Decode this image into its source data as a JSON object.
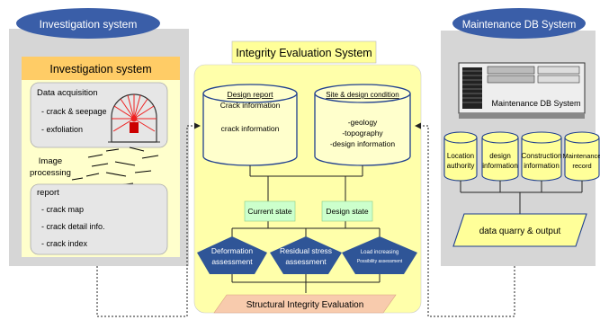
{
  "left_panel": {
    "oval_title": "Investigation system",
    "header": "Investigation system",
    "data_acquisition": {
      "title": "Data acquisition",
      "items": [
        "- crack & seepage",
        "- exfoliation"
      ]
    },
    "image_processing": [
      "Image",
      "processing"
    ],
    "report": {
      "title": "report",
      "items": [
        "- crack map",
        "- crack detail info.",
        "- crack index"
      ]
    }
  },
  "center_panel": {
    "title": "Integrity Evaluation System",
    "db_left": {
      "title": "Design report",
      "subtitle": "Crack information",
      "body": "crack information"
    },
    "db_right": {
      "title": "Site & design condition",
      "items": [
        "-geology",
        "-topography",
        "-design information"
      ]
    },
    "states": [
      "Current state",
      "Design state"
    ],
    "assessments": [
      [
        "Deformation",
        "assessment"
      ],
      [
        "Residual stress",
        "assessment"
      ],
      [
        "Load increasing",
        "Possibility assessment"
      ]
    ],
    "bottom": "Structural Integrity Evaluation"
  },
  "right_panel": {
    "oval_title": "Maintenance DB System",
    "server_label": "Maintenance DB System",
    "dbs": [
      [
        "Location",
        "authority"
      ],
      [
        "design",
        "information"
      ],
      [
        "Construction",
        "information"
      ],
      [
        "Maintenance",
        "record"
      ]
    ],
    "output": "data quarry & output"
  },
  "colors": {
    "oval_blue": "#3a5ea8",
    "panel_gray": "#d6d6d6",
    "yellow": "#ffffaa",
    "cyl_fill": "#ffff99",
    "green_box": "#ccffcc",
    "pentagon": "#2f5597",
    "peach": "#f8cbad"
  }
}
